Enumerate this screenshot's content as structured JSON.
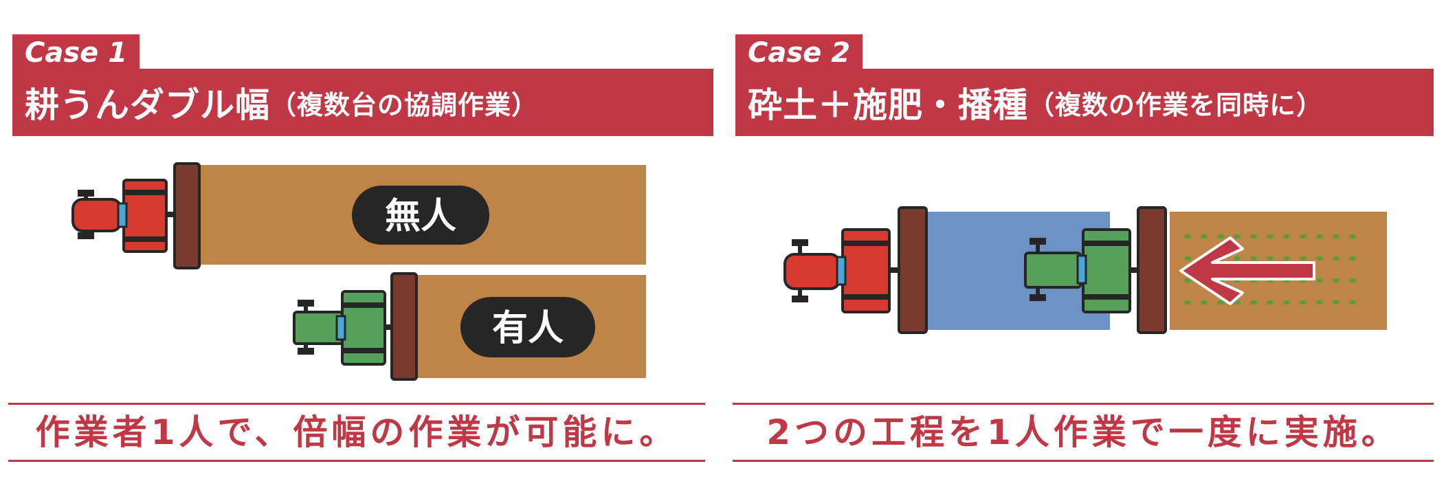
{
  "cases": [
    {
      "tag": "Case 1",
      "title": "耕うんダブル幅",
      "subtitle": "（複数台の協調作業）",
      "caption": "作業者1人で、倍幅の作業が可能に。",
      "labels": {
        "unmanned": "無人",
        "manned": "有人"
      }
    },
    {
      "tag": "Case 2",
      "title": "砕土＋施肥・播種",
      "subtitle": "（複数の作業を同時に）",
      "caption": "2つの工程を1人作業で一度に実施。"
    }
  ],
  "colors": {
    "brand_red": "#c03846",
    "soil": "#bf8447",
    "water": "#6c93c3",
    "implement": "#7a3b2e",
    "tractor_red": "#d6392f",
    "tractor_green": "#55a05a",
    "seed_dot": "#5f9c3f",
    "label_bg": "#262626"
  }
}
